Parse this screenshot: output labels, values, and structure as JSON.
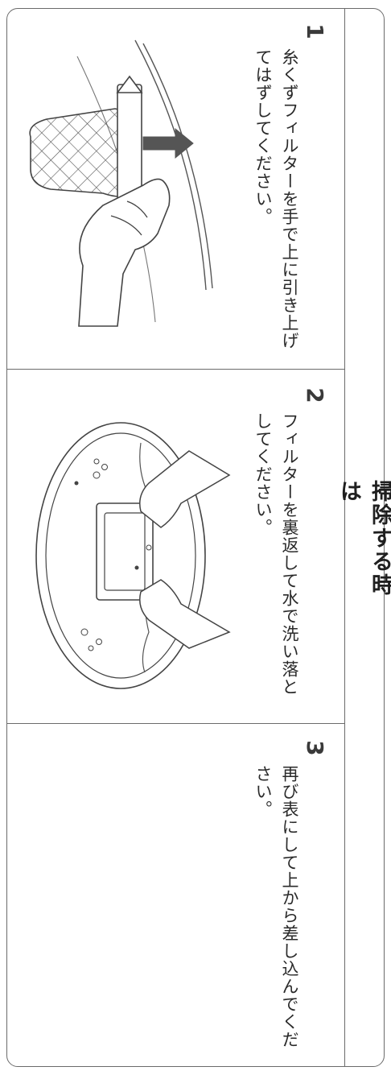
{
  "section_title": "掃除する時は",
  "steps": [
    {
      "number": "1",
      "text": "糸くずフィルターを手で上に引き上げてはずしてください。"
    },
    {
      "number": "2",
      "text": "フィルターを裏返して水で洗い落としてください。"
    },
    {
      "number": "3",
      "text": "再び表にして上から差し込んでください。"
    }
  ]
}
